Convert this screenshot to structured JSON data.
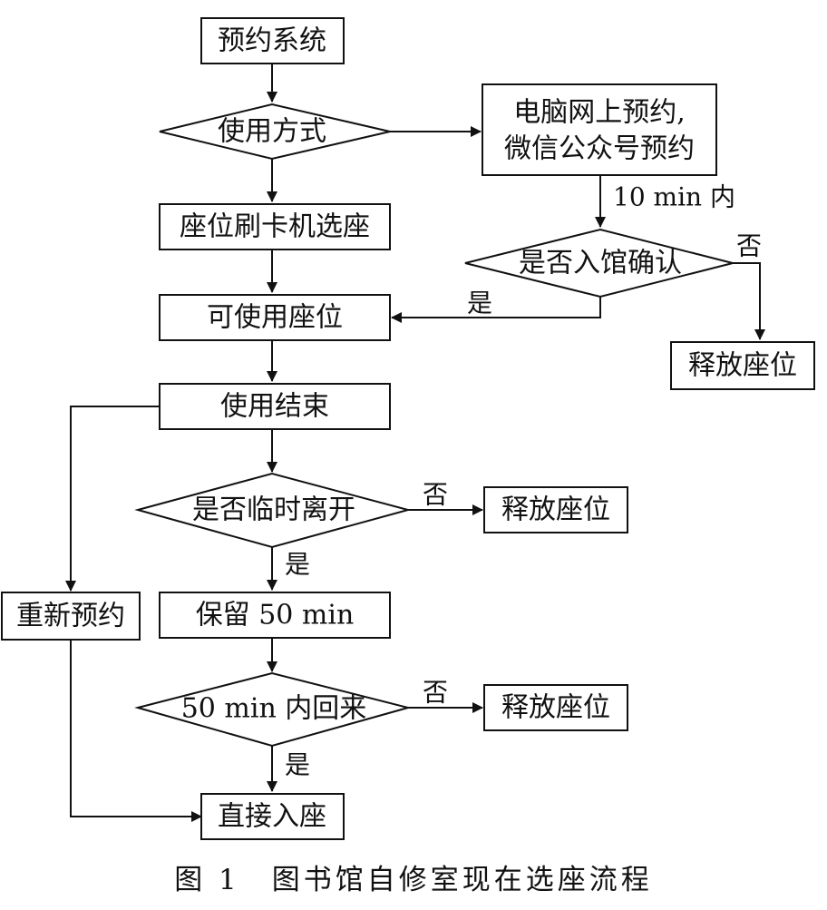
{
  "nodes": {
    "reserve_system": "预约系统",
    "usage_mode": "使用方式",
    "online_line1": "电脑网上预约,",
    "online_line2": "微信公众号预约",
    "seat_card_machine": "座位刷卡机选座",
    "checkin_confirm": "是否入馆确认",
    "release_1": "释放座位",
    "available_seat": "可使用座位",
    "use_end": "使用结束",
    "temp_leave": "是否临时离开",
    "release_2": "释放座位",
    "rebook": "重新预约",
    "keep_50": "保留 50 min",
    "back_in_50": "50 min 内回来",
    "release_3": "释放座位",
    "sit_direct": "直接入座"
  },
  "edges": {
    "within_10": "10 min 内",
    "checkin_no": "否",
    "checkin_yes": "是",
    "leave_no": "否",
    "leave_yes": "是",
    "back_no": "否",
    "back_yes": "是"
  },
  "caption": "图 1　图书馆自修室现在选座流程"
}
